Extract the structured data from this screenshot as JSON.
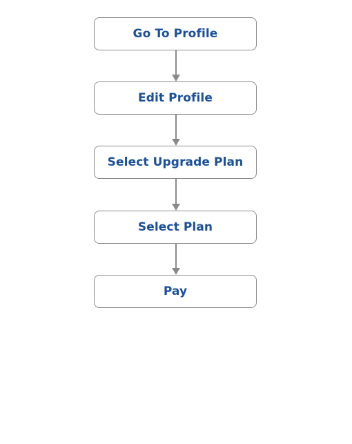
{
  "flowchart": {
    "steps": [
      {
        "label": "Go To Profile"
      },
      {
        "label": "Edit Profile"
      },
      {
        "label": "Select Upgrade Plan"
      },
      {
        "label": "Select Plan"
      },
      {
        "label": "Pay"
      }
    ]
  },
  "colors": {
    "label_text": "#1a4f99",
    "box_border": "#8a8a8a",
    "connector": "#8a8a8a",
    "background": "#ffffff"
  }
}
